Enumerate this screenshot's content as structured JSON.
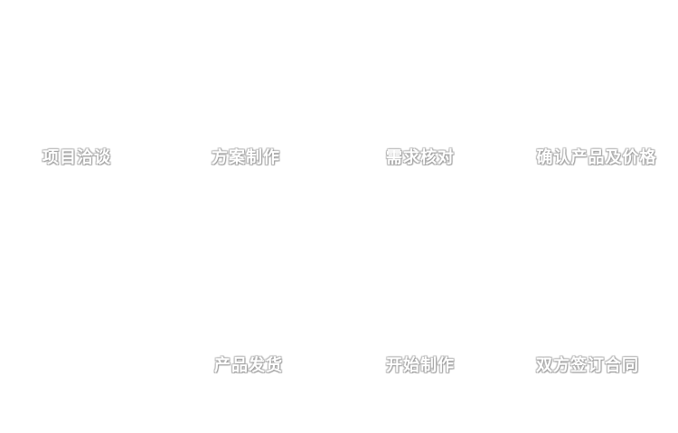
{
  "page": {
    "background_color": "#ffffff",
    "label_color": "#ffffff",
    "label_shadow_color": "#9a9a9a"
  },
  "process_flow": {
    "top_row": [
      {
        "label": "项目洽谈"
      },
      {
        "label": "方案制作"
      },
      {
        "label": "需求核对"
      },
      {
        "label": "确认产品及价格"
      }
    ],
    "bottom_row": [
      {
        "label": "产品发货"
      },
      {
        "label": "开始制作"
      },
      {
        "label": "双方签订合同"
      }
    ]
  }
}
